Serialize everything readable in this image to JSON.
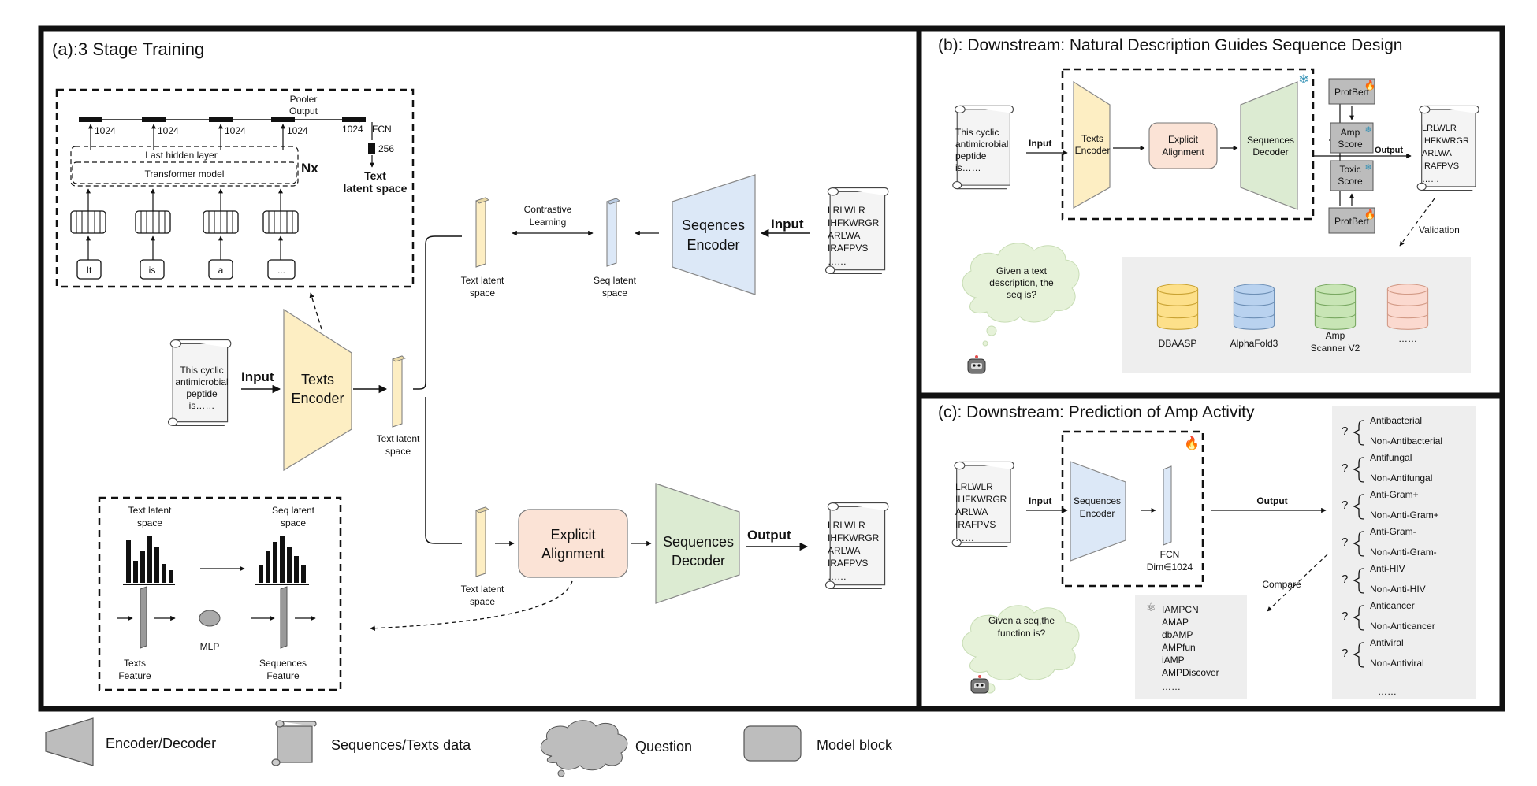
{
  "panel_a": {
    "title": "(a):3 Stage Training",
    "transformer": {
      "pooler_output": [
        "Pooler",
        "Output"
      ],
      "dims": [
        "1024",
        "1024",
        "1024",
        "1024",
        "1024"
      ],
      "fcn": "FCN",
      "dim_256": "256",
      "last_hidden": "Last hidden layer",
      "transformer_model": "Transformer model",
      "nx": "Nx",
      "text_latent": [
        "Text",
        "latent space"
      ],
      "tokens": [
        "It",
        "is",
        "a",
        "..."
      ]
    },
    "input_doc": [
      "This cyclic",
      "antimicrobial",
      "peptide",
      "is……"
    ],
    "input_label": "Input",
    "texts_encoder": [
      "Texts",
      "Encoder"
    ],
    "text_latent_center": [
      "Text latent",
      "space"
    ],
    "text_latent_top": [
      "Text latent",
      "space"
    ],
    "seq_latent": [
      "Seq latent",
      "space"
    ],
    "contrastive": [
      "Contrastive",
      "Learning"
    ],
    "seq_encoder": [
      "Seqences",
      "Encoder"
    ],
    "input_right": "Input",
    "seq_doc_top": [
      "LRLWLR",
      "IHFKWRGR",
      "ARLWA",
      "IRAFPVS",
      "……"
    ],
    "text_latent_bottom": [
      "Text latent",
      "space"
    ],
    "explicit_alignment": [
      "Explicit",
      "Alignment"
    ],
    "seq_decoder": [
      "Sequences",
      "Decoder"
    ],
    "output_label": "Output",
    "seq_doc_bottom": [
      "LRLWLR",
      "IHFKWRGR",
      "ARLWA",
      "IRAFPVS",
      "……"
    ],
    "align_box": {
      "text_latent": [
        "Text latent",
        "space"
      ],
      "seq_latent": [
        "Seq latent",
        "space"
      ],
      "texts_feature": [
        "Texts",
        "Feature"
      ],
      "mlp": "MLP",
      "seq_feature": [
        "Sequences",
        "Feature"
      ]
    }
  },
  "panel_b": {
    "title": "(b): Downstream: Natural Description Guides Sequence Design",
    "input_doc": [
      "This cyclic",
      "antimicrobial",
      "peptide",
      "is……"
    ],
    "input_label": "Input",
    "texts_encoder": [
      "Texts",
      "Encoder"
    ],
    "explicit_alignment": [
      "Explicit",
      "Alignment"
    ],
    "seq_decoder": [
      "Sequences",
      "Decoder"
    ],
    "protbert_top": "ProtBert",
    "amp_score": [
      "Amp",
      "Score"
    ],
    "toxic_score": [
      "Toxic",
      "Score"
    ],
    "protbert_bottom": "ProtBert",
    "output_label": "Output",
    "output_doc": [
      "LRLWLR",
      "IHFKWRGR",
      "ARLWA",
      "IRAFPVS",
      "……"
    ],
    "validation": "Validation",
    "question": [
      "Given a text",
      "description, the",
      "seq is?"
    ],
    "databases": [
      {
        "label": [
          "DBAASP"
        ],
        "color": "#fde08a",
        "stroke": "#c9a233"
      },
      {
        "label": [
          "AlphaFold3"
        ],
        "color": "#b9d2ef",
        "stroke": "#6d8fb5"
      },
      {
        "label": [
          "Amp",
          "Scanner V2"
        ],
        "color": "#c8e5b5",
        "stroke": "#79a862"
      },
      {
        "label": [
          "……"
        ],
        "color": "#fbd9cf",
        "stroke": "#d29a86"
      }
    ]
  },
  "panel_c": {
    "title": "(c): Downstream: Prediction of Amp Activity",
    "input_doc": [
      "LRLWLR",
      "IHFKWRGR",
      "ARLWA",
      "IRAFPVS",
      "……"
    ],
    "input_label": "Input",
    "seq_encoder": [
      "Sequences",
      "Encoder"
    ],
    "fcn": [
      "FCN",
      "Dim∈1024"
    ],
    "output_label": "Output",
    "compare": "Compare",
    "question": [
      "Given a seq,the",
      "function is?"
    ],
    "methods": [
      "IAMPCN",
      "AMAP",
      "dbAMP",
      "AMPfun",
      "iAMP",
      "AMPDiscover",
      "……"
    ],
    "predictions": [
      [
        "Antibacterial",
        "Non-Antibacterial"
      ],
      [
        "Antifungal",
        "Non-Antifungal"
      ],
      [
        "Anti-Gram+",
        "Non-Anti-Gram+"
      ],
      [
        "Anti-Gram-",
        "Non-Anti-Gram-"
      ],
      [
        "Anti-HIV",
        "Non-Anti-HIV"
      ],
      [
        "Anticancer",
        "Non-Anticancer"
      ],
      [
        "Antiviral",
        "Non-Antiviral"
      ]
    ],
    "q_mark": "?",
    "more": "……"
  },
  "legend": [
    {
      "label": "Encoder/Decoder",
      "icon": "trapezoid-icon"
    },
    {
      "label": "Sequences/Texts data",
      "icon": "scroll-icon"
    },
    {
      "label": "Question",
      "icon": "cloud-icon"
    },
    {
      "label": "Model block",
      "icon": "rounded-block-icon"
    }
  ],
  "colors": {
    "encoder_yellow": "#fdeec3",
    "encoder_blue": "#dce8f7",
    "decoder_green": "#dcebd2",
    "alignment_peach": "#fbe3d6",
    "cloud_green": "#e6f2d9",
    "gray_panel": "#eeeeee"
  }
}
